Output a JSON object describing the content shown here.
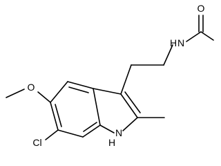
{
  "molecule": {
    "atoms": {
      "oxygen_carbonyl": "O",
      "nitrogen_amide": "N",
      "hydrogen_amide": "H",
      "oxygen_methoxy": "O",
      "chlorine": "Cl",
      "nitrogen_indole": "N",
      "hydrogen_indole": "H"
    },
    "colors": {
      "bond": "#000000",
      "label": "#000000",
      "background": "#ffffff"
    }
  }
}
